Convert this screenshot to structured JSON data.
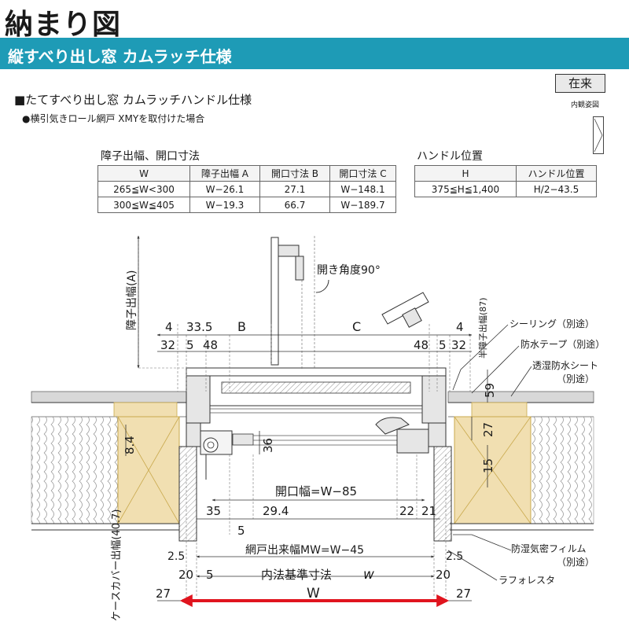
{
  "header": {
    "title": "納まり図",
    "banner": "縦すべり出し窓 カムラッチ仕様"
  },
  "badge": {
    "label": "在来",
    "caption": "内観姿図"
  },
  "spec": {
    "subtitle": "■たてすべり出し窓 カムラッチハンドル仕様",
    "note": "●横引気きロール網戸 XMYを取付けた場合"
  },
  "table1": {
    "caption": "障子出幅、開口寸法",
    "headers": [
      "W",
      "障子出幅 A",
      "開口寸法 B",
      "開口寸法 C"
    ],
    "rows": [
      [
        "265≦W<300",
        "W−26.1",
        "27.1",
        "W−148.1"
      ],
      [
        "300≦W≦405",
        "W−19.3",
        "66.7",
        "W−189.7"
      ]
    ]
  },
  "table2": {
    "caption": "ハンドル位置",
    "headers": [
      "H",
      "ハンドル位置"
    ],
    "rows": [
      [
        "375≦H≦1,400",
        "H/2−43.5"
      ]
    ]
  },
  "diagram": {
    "open_angle": "開き角度90°",
    "sash_protrusion_label": "障子出幅(A)",
    "half_sash_label": "半障子出幅(87)",
    "case_cover_label": "ケースカバー出幅(40.7)",
    "dims_top": {
      "left_4": "4",
      "left_33_5": "33.5",
      "B": "B",
      "C": "C",
      "right_4": "4",
      "left_32": "32",
      "left_5": "5",
      "left_48": "48",
      "right_48": "48",
      "right_5": "5",
      "right_32": "32"
    },
    "dims_side": {
      "d59": "59",
      "d27": "27",
      "d15": "15",
      "d8_4": "8.4",
      "d36": "36"
    },
    "dims_bottom": {
      "opening": "開口幅=W−85",
      "d35": "35",
      "d29_4": "29.4",
      "d5": "5",
      "d22": "22",
      "d21": "21",
      "screen": "網戸出来幅MW=W−45",
      "left_2_5": "2.5",
      "right_2_5": "2.5",
      "left_20": "20",
      "left_5b": "5",
      "inner": "内法基準寸法",
      "inner_w": "w",
      "right_20": "20",
      "left_27": "27",
      "W": "W",
      "right_27": "27"
    },
    "callouts": [
      "シーリング（別途）",
      "防水テープ（別途）",
      "透湿防水シート",
      "（別途）",
      "防湿気密フィルム",
      "（別途）",
      "ラフォレスタ"
    ],
    "colors": {
      "wood": "#f1dfb1",
      "wood_line": "#c9a94d",
      "outer_wall": "#d8d8d8",
      "accent_red": "#e0141e",
      "banner": "#1e9bb6"
    }
  }
}
